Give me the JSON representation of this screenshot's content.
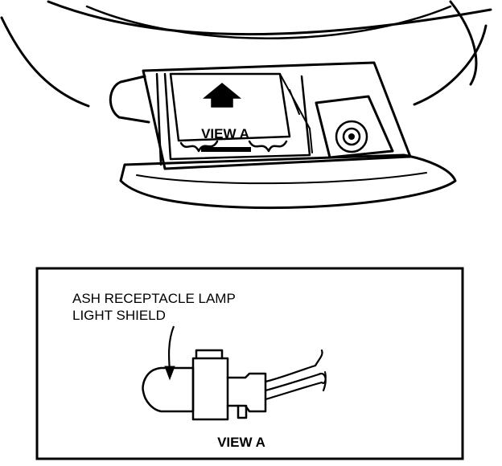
{
  "diagram": {
    "upper_callout": "VIEW A",
    "detail_label_line1": "ASH RECEPTACLE LAMP",
    "detail_label_line2": "LIGHT SHIELD",
    "detail_caption": "VIEW A"
  },
  "colors": {
    "ink": "#000000",
    "paper": "#ffffff"
  }
}
